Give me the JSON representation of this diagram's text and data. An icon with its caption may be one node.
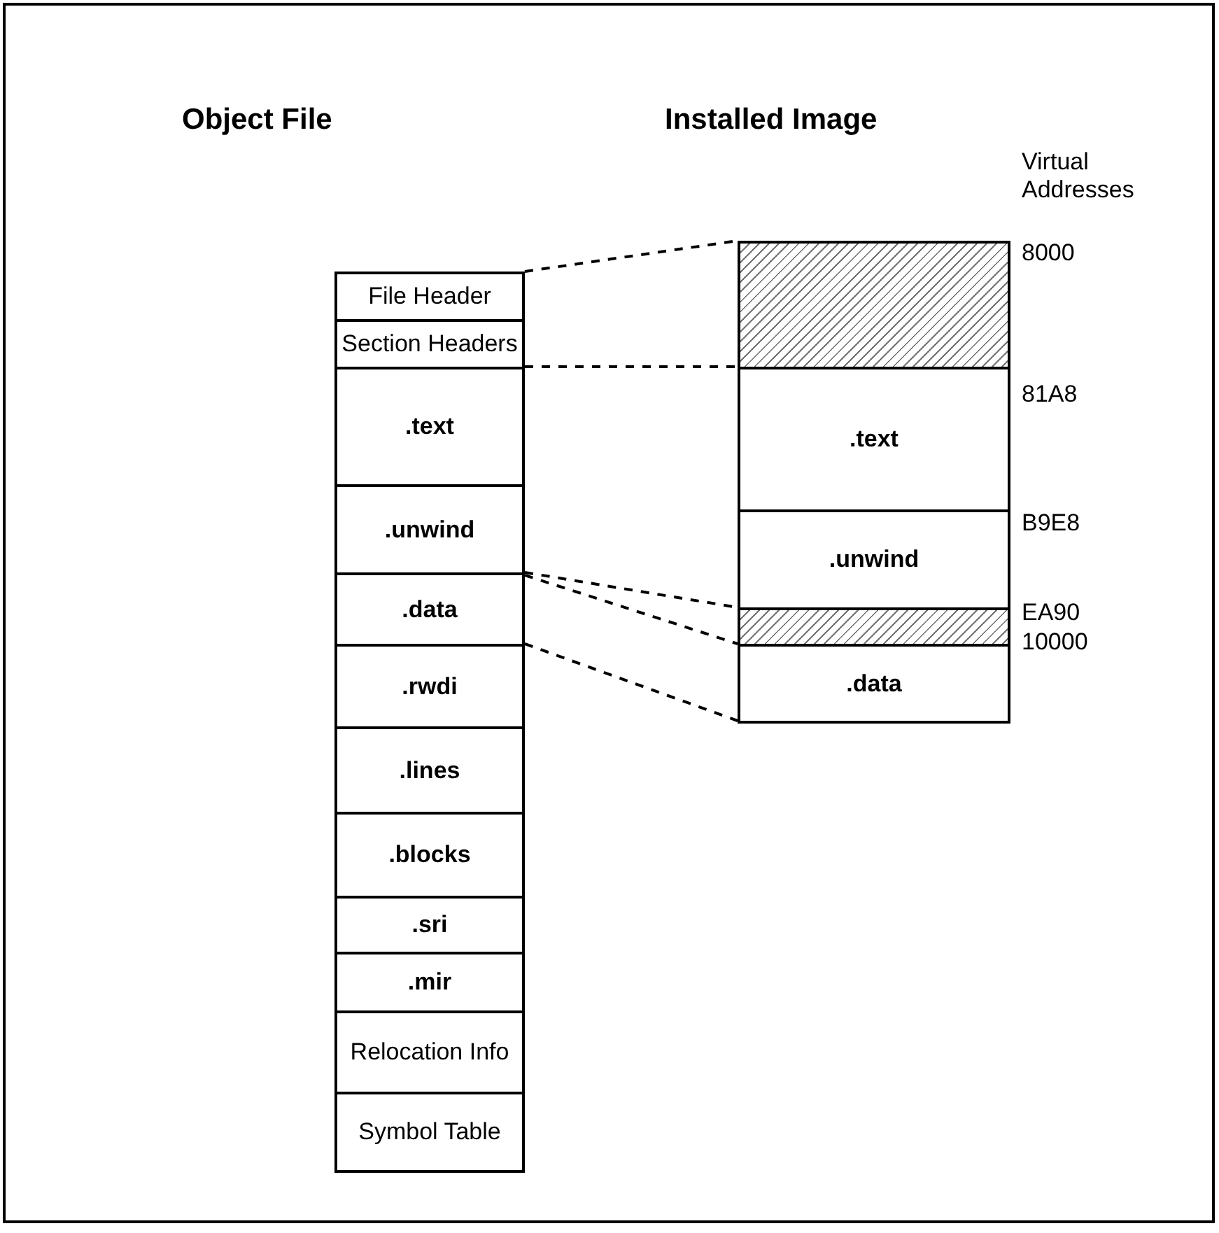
{
  "diagram": {
    "nodes": [
      {
        "text": [
          "File Header"
        ]
      },
      {
        "text": [
          "Section Headers"
        ]
      },
      {
        "text": [
          ".text"
        ]
      },
      {
        "text": [
          ".unwind"
        ]
      },
      {
        "text": [
          ".data"
        ]
      },
      {
        "text": [
          ".rwdi"
        ]
      },
      {
        "text": [
          ".lines"
        ]
      },
      {
        "text": [
          ".blocks"
        ]
      },
      {
        "text": [
          ".sri"
        ]
      },
      {
        "text": [
          ".mir"
        ]
      },
      {
        "text": [
          "Relocation Info"
        ]
      },
      {
        "text": [
          "Symbol Table"
        ]
      },
      {
        "text": [],
        "shape": "box"
      },
      {
        "text": [
          ".text"
        ]
      },
      {
        "text": [
          ".unwind"
        ]
      },
      {
        "text": [],
        "shape": "box"
      },
      {
        "text": [
          ".data"
        ]
      }
    ],
    "edges": [
      {
        "from": 0,
        "to": 12,
        "arrow": "none",
        "style": "dashed"
      },
      {
        "from": 1,
        "to": 12,
        "arrow": "none",
        "style": "dashed"
      },
      {
        "from": 3,
        "to": 14,
        "arrow": "none",
        "style": "dashed"
      },
      {
        "from": 4,
        "to": 16,
        "arrow": "none",
        "style": "dashed"
      },
      {
        "from": 4,
        "to": 16,
        "arrow": "none",
        "style": "dashed"
      }
    ],
    "labels": [
      "Object File",
      "Installed Image",
      "Virtual Addresses",
      "8000",
      "81A8",
      "B9E8",
      "EA90",
      "10000"
    ]
  }
}
